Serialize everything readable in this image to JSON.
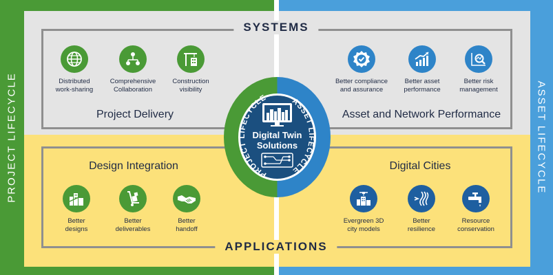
{
  "bands": {
    "left_label": "PROJECT LIFECYCLE",
    "right_label": "ASSET LIFECYCLE"
  },
  "headings": {
    "systems": "SYSTEMS",
    "applications": "APPLICATIONS"
  },
  "sections": {
    "project_delivery": "Project Delivery",
    "asset_network": "Asset and Network Performance",
    "design_integration": "Design Integration",
    "digital_cities": "Digital Cities"
  },
  "hub": {
    "left_arc": "PROJECT LIFECYCLE",
    "right_arc": "ASSET LIFECYCLE",
    "title_line1": "Digital Twin",
    "title_line2": "Solutions"
  },
  "items": {
    "distributed": {
      "line1": "Distributed",
      "line2": "work-sharing",
      "icon": "globe-icon"
    },
    "collaboration": {
      "line1": "Comprehensive",
      "line2": "Collaboration",
      "icon": "team-icon"
    },
    "construction": {
      "line1": "Construction",
      "line2": "visibility",
      "icon": "crane-building-icon"
    },
    "compliance": {
      "line1": "Better compliance",
      "line2": "and assurance",
      "icon": "badge-check-icon"
    },
    "asset_perf": {
      "line1": "Better asset",
      "line2": "performance",
      "icon": "growth-chart-icon"
    },
    "risk": {
      "line1": "Better risk",
      "line2": "management",
      "icon": "chart-magnifier-icon"
    },
    "designs": {
      "line1": "Better",
      "line2": "designs",
      "icon": "city-blueprint-icon"
    },
    "deliverables": {
      "line1": "Better",
      "line2": "deliverables",
      "icon": "hand-truck-icon"
    },
    "handoff": {
      "line1": "Better",
      "line2": "handoff",
      "icon": "handshake-icon"
    },
    "city_models": {
      "line1": "Evergreen 3D",
      "line2": "city models",
      "icon": "city-drone-icon"
    },
    "resilience": {
      "line1": "Better",
      "line2": "resilience",
      "icon": "wind-waves-icon"
    },
    "resource": {
      "line1": "Resource",
      "line2": "conservation",
      "icon": "water-tap-icon"
    }
  },
  "colors": {
    "green": "#4a9a36",
    "blue": "#4a9fdb",
    "navy": "#1b4f7f",
    "grey_panel": "#e4e4e4",
    "yellow_panel": "#fce17a"
  }
}
